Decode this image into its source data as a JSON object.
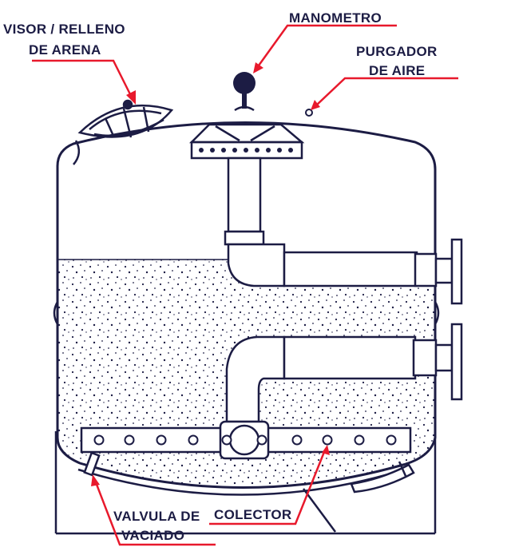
{
  "labels": {
    "visor_line1": "VISOR / RELLENO",
    "visor_line2": "DE ARENA",
    "manometro": "MANOMETRO",
    "purgador_line1": "PURGADOR",
    "purgador_line2": "DE AIRE",
    "valvula_line1": "VALVULA DE",
    "valvula_line2": "VACIADO",
    "colector": "COLECTOR"
  },
  "colors": {
    "outline": "#1c1c44",
    "pointer": "#e8192c",
    "background": "#ffffff"
  }
}
